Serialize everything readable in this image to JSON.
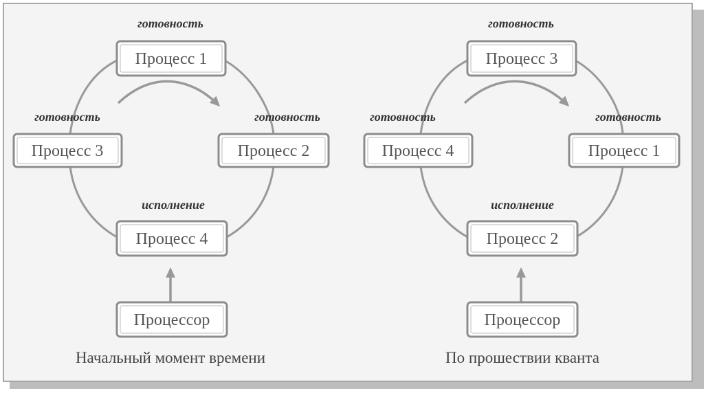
{
  "panels": [
    {
      "caption": "Начальный момент времени",
      "processes": {
        "top": {
          "label": "Процесс 1",
          "state": "готовность"
        },
        "left": {
          "label": "Процесс 3",
          "state": "готовность"
        },
        "right": {
          "label": "Процесс 2",
          "state": "готовность"
        },
        "bottom": {
          "label": "Процесс 4",
          "state": "исполнение"
        }
      },
      "processor": "Процессор"
    },
    {
      "caption": "По прошествии кванта",
      "processes": {
        "top": {
          "label": "Процесс 3",
          "state": "готовность"
        },
        "left": {
          "label": "Процесс 4",
          "state": "готовность"
        },
        "right": {
          "label": "Процесс 1",
          "state": "готовность"
        },
        "bottom": {
          "label": "Процесс 2",
          "state": "исполнение"
        }
      },
      "processor": "Процессор"
    }
  ],
  "colors": {
    "stroke": "#8c8c8c",
    "arrow": "#999999",
    "background": "#f4f4f4"
  }
}
